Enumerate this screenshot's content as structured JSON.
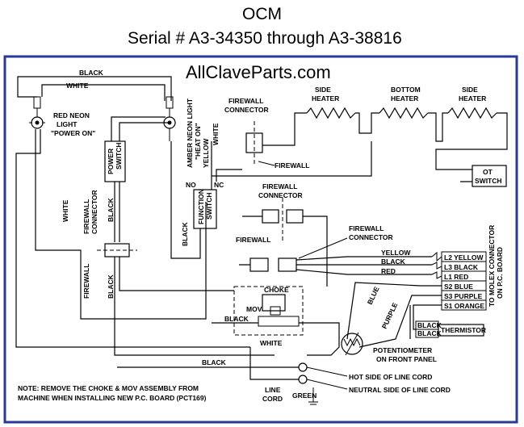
{
  "title": "OCM",
  "subtitle": "Serial # A3-34350 through A3-38816",
  "watermark": "AllClaveParts.com",
  "components": {
    "red_neon": [
      "RED NEON",
      "LIGHT",
      "\"POWER ON\""
    ],
    "amber_neon": [
      "AMBER NEON LIGHT",
      "\"HEAT ON\""
    ],
    "power_switch": [
      "POWER",
      "SWITCH"
    ],
    "function_switch": [
      "FUNCTION",
      "SWITCH"
    ],
    "side_heater_left": [
      "SIDE",
      "HEATER"
    ],
    "bottom_heater": [
      "BOTTOM",
      "HEATER"
    ],
    "side_heater_right": [
      "SIDE",
      "HEATER"
    ],
    "ot_switch": [
      "OT",
      "SWITCH"
    ],
    "choke": "CHOKE",
    "mov": "MOV",
    "thermistor": "THERMISTOR",
    "potentiometer": [
      "POTENTIOMETER",
      "ON FRONT PANEL"
    ],
    "line_cord": [
      "LINE",
      "CORD"
    ]
  },
  "labels": {
    "black_top": "BLACK",
    "white_top": "WHITE",
    "firewall_connector_top": [
      "FIREWALL",
      "CONNECTOR"
    ],
    "firewall_top": "FIREWALL",
    "yellow_vert": "YELLOW",
    "white_vert": "WHITE",
    "no": "NO",
    "nc": "NC",
    "firewall_connector_mid": [
      "FIREWALL",
      "CONNECTOR"
    ],
    "firewall_mid": "FIREWALL",
    "firewall_connector_right": [
      "FIREWALL",
      "CONNECTOR"
    ],
    "black_power": "BLACK",
    "firewall_connector_left": [
      "FIREWALL",
      "CONNECTOR"
    ],
    "white_left": "WHITE",
    "black_function": "BLACK",
    "firewall_left": "FIREWALL",
    "black_left": "BLACK",
    "yellow_wire": "YELLOW",
    "black_wire": "BLACK",
    "red_wire": "RED",
    "blue_wire": "BLUE",
    "purple_wire": "PURPLE",
    "black_choke": "BLACK",
    "white_bottom": "WHITE",
    "black_bottom": "BLACK",
    "green": "GREEN",
    "black_therm_1": "BLACK",
    "black_therm_2": "BLACK",
    "hot_side": "HOT SIDE OF LINE CORD",
    "neutral_side": "NEUTRAL SIDE OF LINE CORD",
    "to_molex": [
      "TO MOLEX CONNECTOR",
      "ON P.C. BOARD"
    ]
  },
  "terminals": [
    "L2 YELLOW",
    "L3 BLACK",
    "L1 RED",
    "S2 BLUE",
    "S3 PURPLE",
    "S1 ORANGE"
  ],
  "note": [
    "NOTE: REMOVE THE CHOKE & MOV ASSEMBLY FROM",
    "MACHINE WHEN INSTALLING NEW P.C. BOARD (PCT169)"
  ]
}
